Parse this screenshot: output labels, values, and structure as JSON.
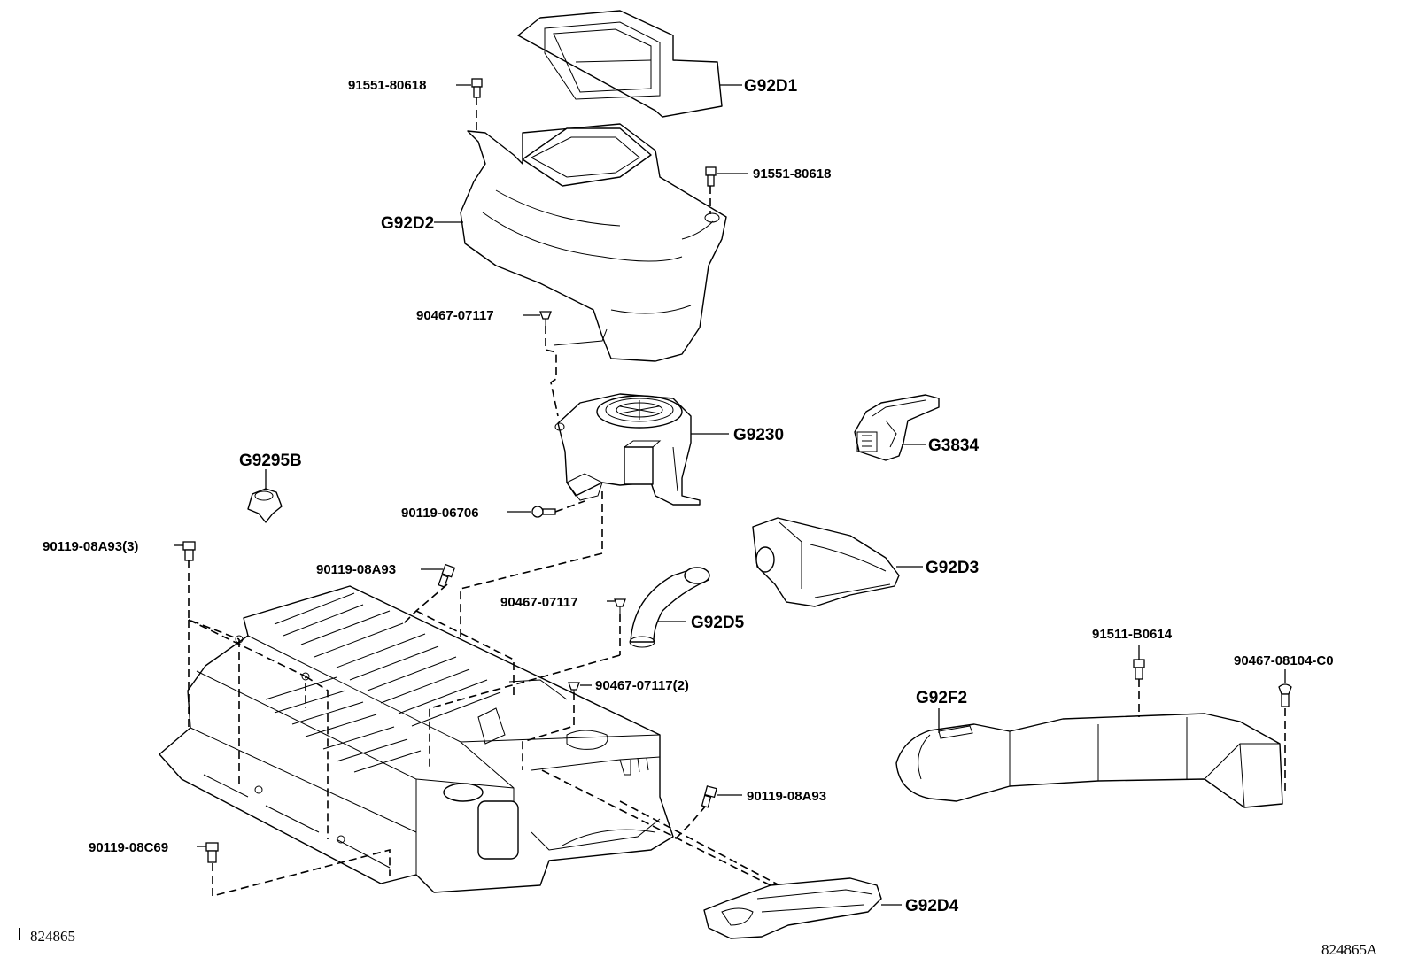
{
  "labels": {
    "g92d1": "G92D1",
    "g92d2": "G92D2",
    "g9230": "G9230",
    "g3834": "G3834",
    "g9295b": "G9295B",
    "g92d3": "G92D3",
    "g92d5": "G92D5",
    "g92f2": "G92F2",
    "g92d4": "G92D4",
    "pn_91551_80618_top": "91551-80618",
    "pn_91551_80618_right": "91551-80618",
    "pn_90467_07117_a": "90467-07117",
    "pn_90119_06706": "90119-06706",
    "pn_90119_08a93_3": "90119-08A93(3)",
    "pn_90119_08a93_a": "90119-08A93",
    "pn_90467_07117_b": "90467-07117",
    "pn_90467_07117_2": "90467-07117(2)",
    "pn_91511_b0614": "91511-B0614",
    "pn_90467_08104_c0": "90467-08104-C0",
    "pn_90119_08a93_b": "90119-08A93",
    "pn_90119_08c69": "90119-08C69"
  },
  "footer": {
    "left_code": "824865",
    "right_code": "824865A"
  }
}
